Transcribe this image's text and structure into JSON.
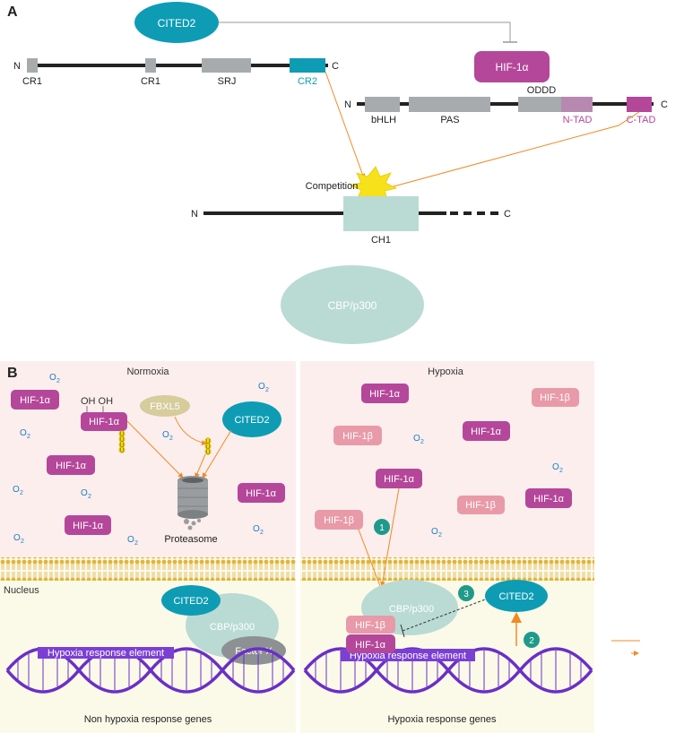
{
  "panel_a": {
    "label": "A",
    "cited2_ellipse": "CITED2",
    "hif1a_box": "HIF-1α",
    "cited2_protein": {
      "n": "N",
      "c": "C",
      "domains": [
        "CR1",
        "CR1",
        "SRJ",
        "CR2"
      ]
    },
    "hif1a_protein": {
      "n": "N",
      "c": "C",
      "domains": [
        "bHLH",
        "PAS",
        "ODDD",
        "N-TAD",
        "C-TAD"
      ]
    },
    "ch1_protein": {
      "n": "N",
      "c": "C",
      "domain": "CH1"
    },
    "competition": "Competition",
    "cbp": "CBP/p300"
  },
  "panel_b": {
    "label": "B",
    "normoxia": {
      "title": "Normoxia",
      "hif1a": "HIF-1α",
      "oh": "OH OH",
      "fbxl5": "FBXL5",
      "cited2": "CITED2",
      "proteasome": "Proteasome",
      "o2": "O",
      "o2_sub": "2",
      "nucleus": "Nucleus",
      "nuc_cited2": "CITED2",
      "nuc_cbp": "CBP/p300",
      "factor_x": "Factor X",
      "hre": "Hypoxia response element",
      "genes": "Non hypoxia response genes"
    },
    "hypoxia": {
      "title": "Hypoxia",
      "hif1a": "HIF-1α",
      "hif1b": "HIF-1β",
      "o2": "O",
      "o2_sub": "2",
      "steps": [
        "1",
        "2",
        "3"
      ],
      "nuc_cbp": "CBP/p300",
      "nuc_cited2": "CITED2",
      "hre": "Hypoxia response element",
      "genes": "Hypoxia response genes"
    }
  },
  "colors": {
    "teal": "#0e9cb5",
    "magenta": "#b5479a",
    "pink": "#e89aa8",
    "grey": "#a7abae",
    "mint": "#b9dbd4",
    "orange": "#f08a24",
    "purple": "#6a2fc7",
    "cytoplasm": "#fbeeed",
    "nucleoplasm": "#fbfae9"
  }
}
